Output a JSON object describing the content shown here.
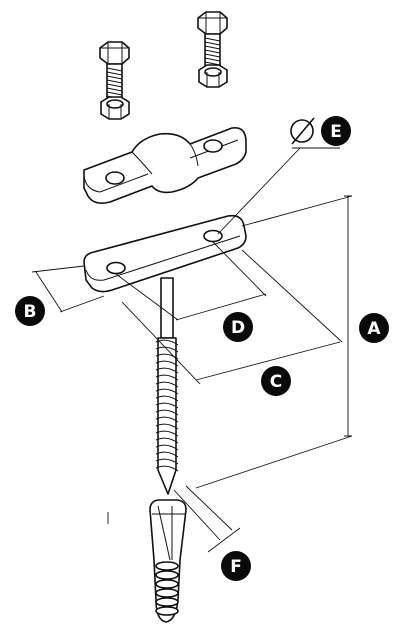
{
  "diagram": {
    "labels": {
      "A": "A",
      "B": "B",
      "C": "C",
      "D": "D",
      "E": "E",
      "F": "F"
    },
    "diameter_symbol": "Ø"
  }
}
